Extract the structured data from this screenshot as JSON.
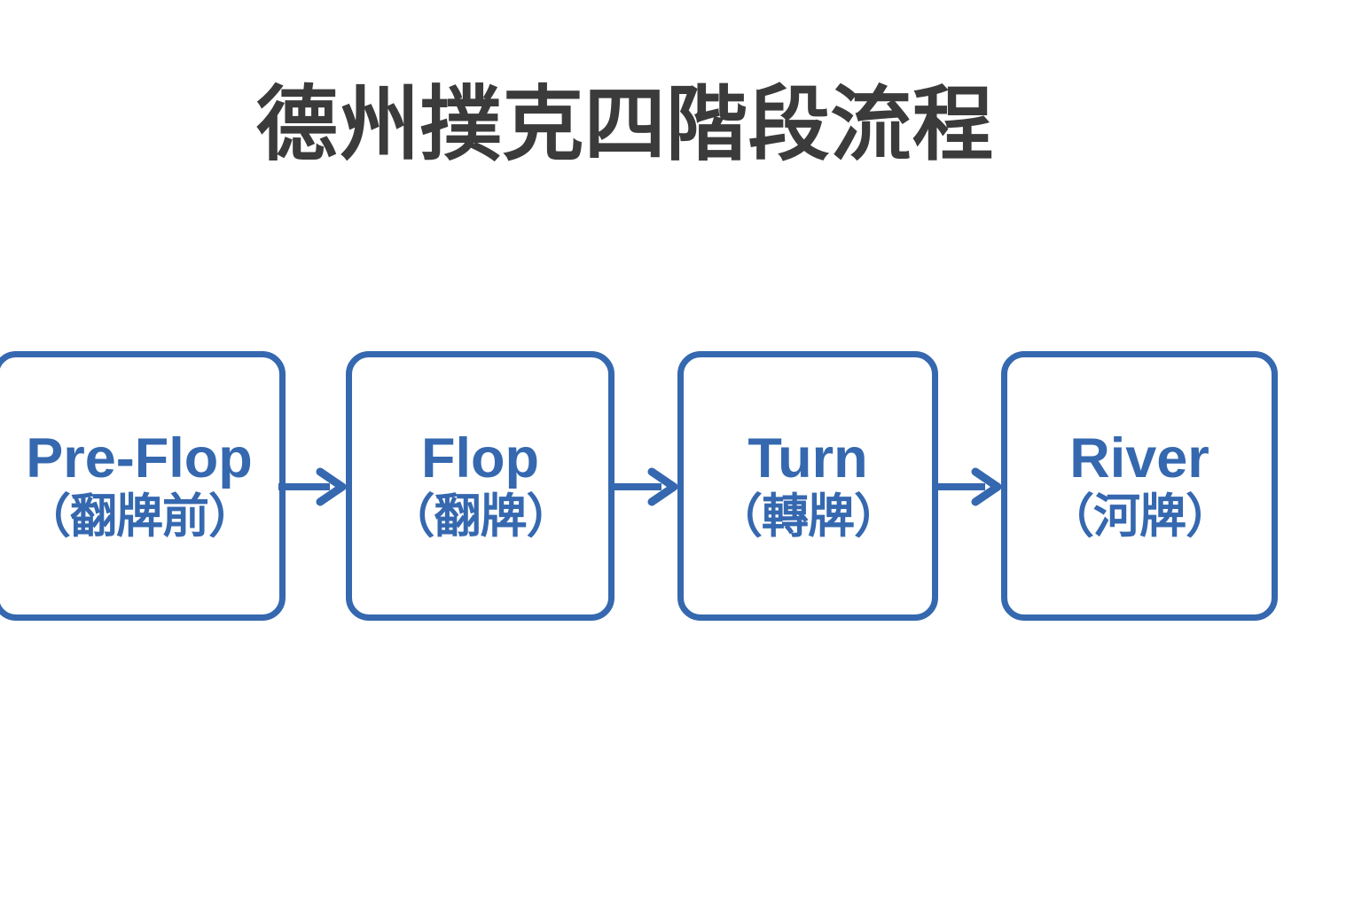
{
  "page": {
    "title": "德州撲克四階段流程",
    "background_color": "#ffffff",
    "title_color": "#3b3b3b",
    "accent_color": "#3568AF"
  },
  "diagram": {
    "type": "linear-flow",
    "orientation": "horizontal",
    "stage_count": 4,
    "stages": [
      {
        "en": "Pre-Flop",
        "zh": "（翻牌前）"
      },
      {
        "en": "Flop",
        "zh": "（翻牌）"
      },
      {
        "en": "Turn",
        "zh": "（轉牌）"
      },
      {
        "en": "River",
        "zh": "（河牌）"
      }
    ],
    "connectors": [
      {
        "from": "Pre-Flop",
        "to": "Flop",
        "glyph": "arrow-right"
      },
      {
        "from": "Flop",
        "to": "Turn",
        "glyph": "arrow-right"
      },
      {
        "from": "Turn",
        "to": "River",
        "glyph": "arrow-right"
      }
    ]
  }
}
